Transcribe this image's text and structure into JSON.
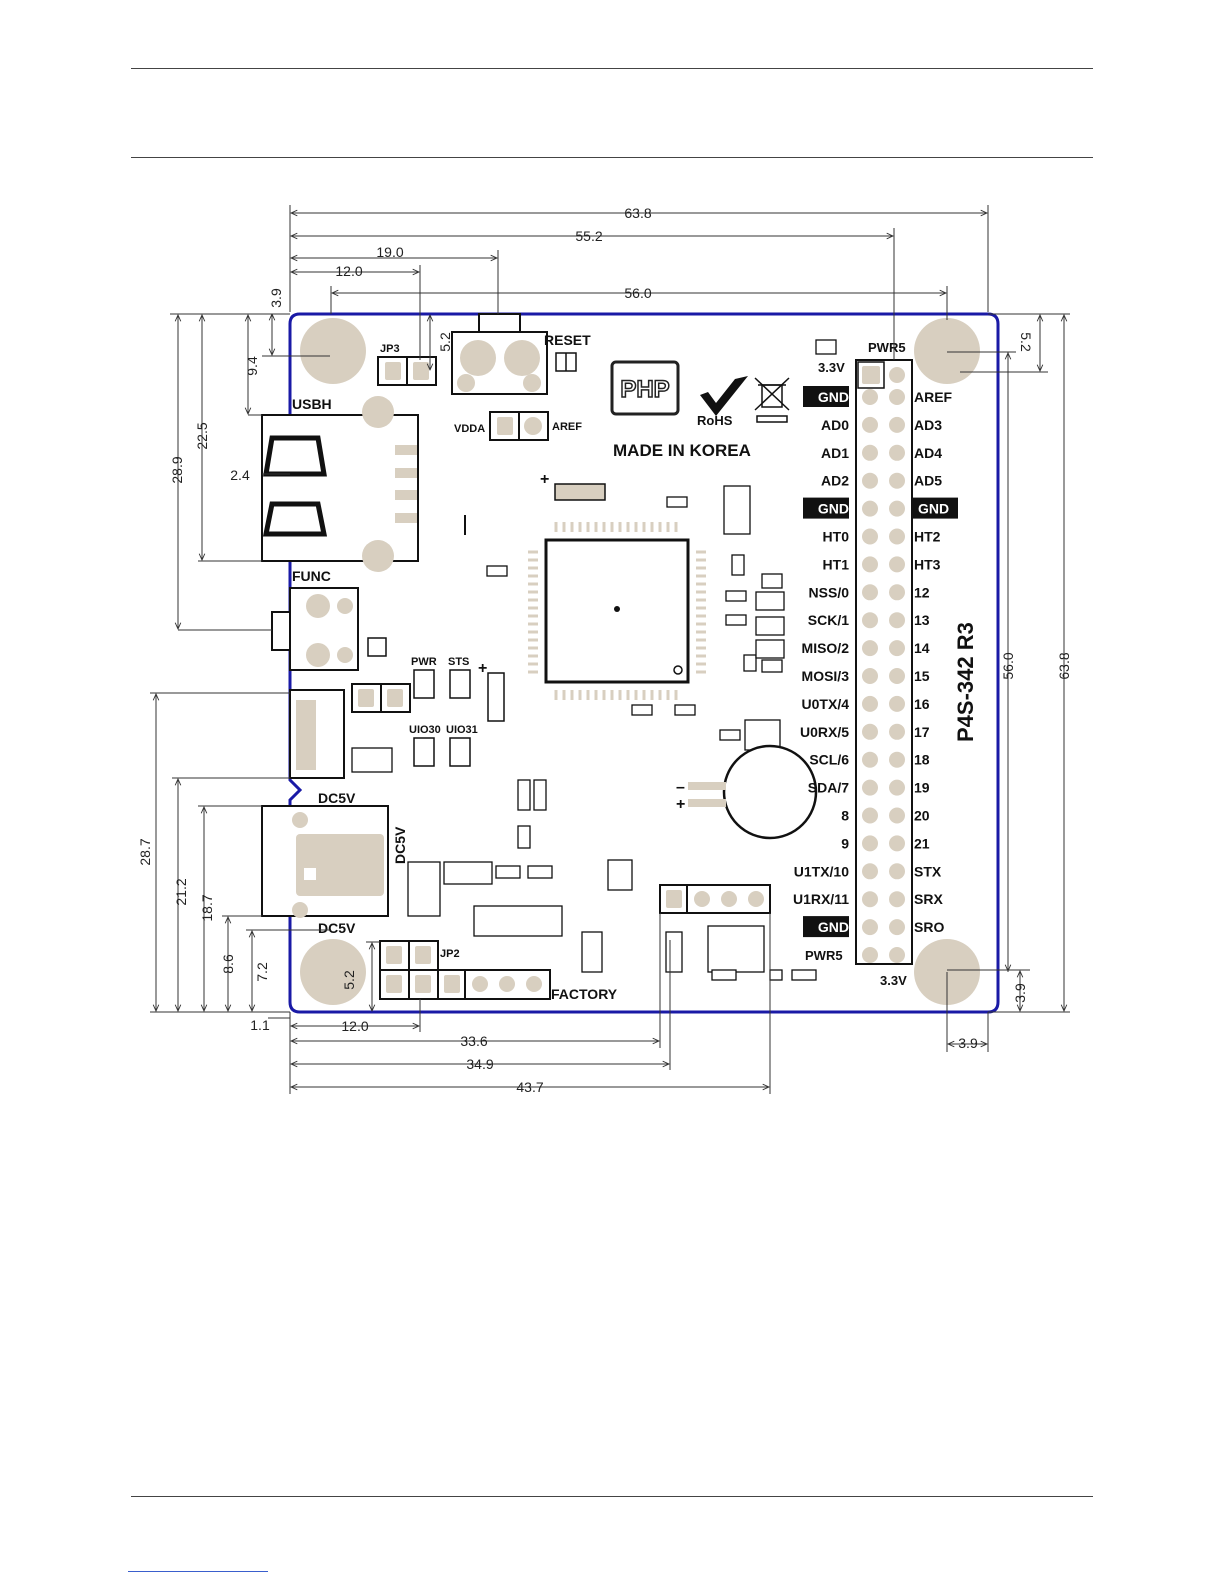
{
  "board": {
    "name": "P4S-342 R3",
    "made_in": "MADE IN KOREA",
    "logo_text": "PHP",
    "rohs": "RoHS",
    "labels": {
      "reset": "RESET",
      "jp3": "JP3",
      "jp2": "JP2",
      "usbh": "USBH",
      "func": "FUNC",
      "dc5v_top": "DC5V",
      "dc5v_side": "DC5V",
      "dc5v_bottom": "DC5V",
      "vdda": "VDDA",
      "aref_small": "AREF",
      "pwr": "PWR",
      "sts": "STS",
      "uio30": "UIO30",
      "uio31": "UIO31",
      "factory": "FACTORY",
      "pwr5_top": "PWR5",
      "v33_top": "3.3V",
      "pwr5_bottom": "PWR5",
      "v33_bottom": "3.3V",
      "plus_batt": "+",
      "minus_batt": "–",
      "plus_cap": "+",
      "plus_cap2": "+"
    },
    "header_left": [
      "GND",
      "AD0",
      "AD1",
      "AD2",
      "GND",
      "HT0",
      "HT1",
      "NSS/0",
      "SCK/1",
      "MISO/2",
      "MOSI/3",
      "U0TX/4",
      "U0RX/5",
      "SCL/6",
      "SDA/7",
      "8",
      "9",
      "U1TX/10",
      "U1RX/11",
      "GND",
      "PWR5"
    ],
    "header_right": [
      "AREF",
      "AD3",
      "AD4",
      "AD5",
      "GND",
      "HT2",
      "HT3",
      "12",
      "13",
      "14",
      "15",
      "16",
      "17",
      "18",
      "19",
      "20",
      "21",
      "STX",
      "SRX",
      "SRO"
    ],
    "gnd_highlight_left": [
      0,
      4,
      19
    ],
    "gnd_highlight_right": [
      4
    ]
  },
  "dimensions": {
    "d63_8_top": "63.8",
    "d55_2": "55.2",
    "d19_0": "19.0",
    "d12_0_top": "12.0",
    "d56_0_top": "56.0",
    "d3_9_topleft": "3.9",
    "d9_4": "9.4",
    "d5_2_jp3": "5.2",
    "d28_9": "28.9",
    "d22_5": "22.5",
    "d2_4": "2.4",
    "d5_2_right": "5.2",
    "d56_0_right": "56.0",
    "d63_8_right": "63.8",
    "d3_9_right": "3.9",
    "d3_9_bottomright": "3.9",
    "d28_7": "28.7",
    "d21_2": "21.2",
    "d18_7": "18.7",
    "d8_6": "8.6",
    "d7_2": "7.2",
    "d5_2_jp2": "5.2",
    "d1_1": "1.1",
    "d12_0_bottom": "12.0",
    "d33_6": "33.6",
    "d34_9": "34.9",
    "d43_7": "43.7"
  },
  "colors": {
    "outline": "#1a1aa6",
    "pad": "#d8cfc0",
    "gnd_bg": "#111111"
  }
}
